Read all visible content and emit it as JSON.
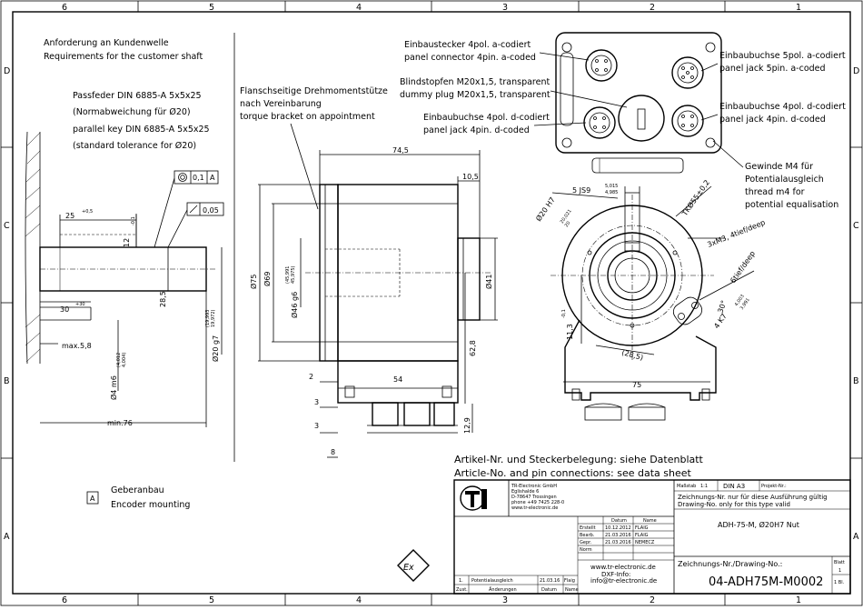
{
  "grid": {
    "columns": [
      "6",
      "5",
      "4",
      "3",
      "2",
      "1"
    ],
    "rows": [
      "D",
      "C",
      "B",
      "A"
    ]
  },
  "shaft_req": {
    "title_de": "Anforderung an Kundenwelle",
    "title_en": "Requirements for the customer shaft",
    "key_line1": "Passfeder DIN 6885-A 5x5x25",
    "key_line2": "(Normabweichung für Ø20)",
    "key_line3": "parallel key DIN 6885-A 5x5x25",
    "key_line4": "(standard tolerance for Ø20)"
  },
  "torque": {
    "line1": "Flanschseitige Drehmomentstütze",
    "line2": "nach Vereinbarung",
    "line3": "torque bracket on appointment"
  },
  "connectors": {
    "c1_de": "Einbaustecker 4pol. a-codiert",
    "c1_en": "panel connector 4pin. a-coded",
    "c2_de": "Blindstopfen M20x1,5, transparent",
    "c2_en": "dummy plug M20x1,5, transparent",
    "c3_de": "Einbaubuchse 4pol. d-codiert",
    "c3_en": "panel jack 4pin. d-coded",
    "c4_de": "Einbaubuchse 5pol. a-codiert",
    "c4_en": "panel jack 5pin. a-coded",
    "c5_de": "Einbaubuchse 4pol. d-codiert",
    "c5_en": "panel jack 4pin. d-coded",
    "m4_l1": "Gewinde M4 für",
    "m4_l2": "Potentialausgleich",
    "m4_l3": "thread m4 for",
    "m4_l4": "potential equalisation"
  },
  "dims": {
    "d745": "74,5",
    "d105": "10,5",
    "d75": "Ø75",
    "d69": "Ø69",
    "d46": "Ø46 g6",
    "d46tol_u": "(45,991",
    "d46tol_l": "45,975)",
    "d41": "Ø41",
    "d628": "62,8",
    "d54": "54",
    "d2": "2",
    "d3a": "3",
    "d3b": "3",
    "d8": "8",
    "d129": "12,9",
    "d25": "25",
    "d25tol": "+0,5",
    "d12": "12",
    "d12tol": "-0,1",
    "d30": "30",
    "d30tol": "+30",
    "d285": "28,5",
    "max58": "max.5,8",
    "d4m6": "Ø4 m6",
    "d4tol_u": "(4,012",
    "d4tol_l": "4,004)",
    "d20g7": "Ø20 g7",
    "d20tol_u": "(19,993",
    "d20tol_l": "19,972)",
    "min76": "min.76",
    "tol1_val": "0,1",
    "tol1_ref": "A",
    "tol2_val": "0,05",
    "js9": "5 JS9",
    "js9tol_u": "5,015",
    "js9tol_l": "4,985",
    "h7": "Ø20 H7",
    "h7tol_u": "20,021",
    "h7tol_l": "20",
    "tk": "TKØ55±0,2",
    "m3": "3xM3, 4tief/deep",
    "deep6": "6tief/deep",
    "k7": "4 K7",
    "k7tol_u": "4,003",
    "k7tol_l": "3,991",
    "deg30": "30°",
    "d113": "11,3",
    "d113tol": "-0,1",
    "d285b": "(28,5)",
    "d75b": "75"
  },
  "notes": {
    "article_de": "Artikel-Nr. und Steckerbelegung: siehe Datenblatt",
    "article_en": "Article-No. and pin connections: see data sheet",
    "ref_letter": "A",
    "mount_de": "Geberanbau",
    "mount_en": "Encoder mounting"
  },
  "company": {
    "name": "TR-Electronic GmbH",
    "street": "Eglishalde 6",
    "city": "D-78647 Trossingen",
    "phone": "phone +49 7425 228-0",
    "web": "www.tr-electronic.de",
    "web2": "www.tr-electronic.de",
    "dxf": "DXF-Info:",
    "email": "info@tr-electronic.de"
  },
  "titleblock": {
    "scale_label": "Maßstab",
    "scale": "1:1",
    "format": "DIN A3",
    "project": "Projekt-Nr.:",
    "valid_de": "Zeichnungs-Nr. nur für diese Ausführung gültig",
    "valid_en": "Drawing-No. only for this type valid",
    "title": "ADH-75-M, Ø20H7 Nut",
    "drawno_label": "Zeichnungs-Nr./Drawing-No.:",
    "drawno": "04-ADH75M-M0002",
    "sheet_label": "Blatt",
    "sheet": "1",
    "sheet_of": "1 Bl.",
    "datum": "Datum",
    "name": "Name",
    "rows": [
      {
        "label": "Erstellt",
        "date": "10.12.2012",
        "name": "FLAIG"
      },
      {
        "label": "Bearb.",
        "date": "21.03.2016",
        "name": "FLAIG"
      },
      {
        "label": "Gepr.",
        "date": "21.03.2016",
        "name": "NEMECZ"
      },
      {
        "label": "Norm",
        "date": "",
        "name": ""
      }
    ],
    "rev_no": "1.",
    "rev_text": "Potentialausgleich",
    "rev_date": "21.03.16",
    "rev_name": "Flaig",
    "zust": "Zust.",
    "aend": "Änderungen",
    "rev_datum": "Datum",
    "rev_nm": "Name"
  }
}
